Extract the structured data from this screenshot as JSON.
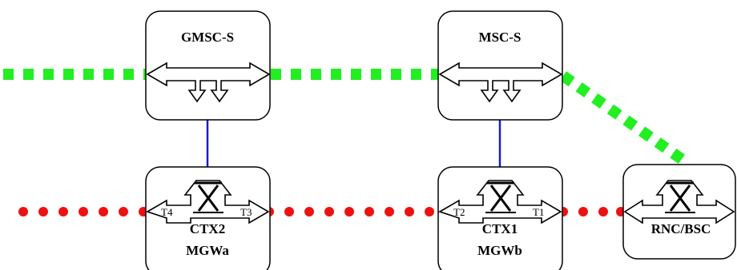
{
  "nodes": {
    "gmsc": {
      "label": "GMSC-S"
    },
    "msc": {
      "label": "MSC-S"
    },
    "mgwa": {
      "context": "CTX2",
      "label": "MGWa",
      "left_term": "T4",
      "right_term": "T3"
    },
    "mgwb": {
      "context": "CTX1",
      "label": "MGWb",
      "left_term": "T2",
      "right_term": "T1"
    },
    "rnc": {
      "label": "RNC/BSC"
    }
  },
  "colors": {
    "signalling_link": "#22ee22",
    "bearer_link": "#ee1111",
    "control_link": "#1a1acc",
    "node_border": "#000000"
  }
}
